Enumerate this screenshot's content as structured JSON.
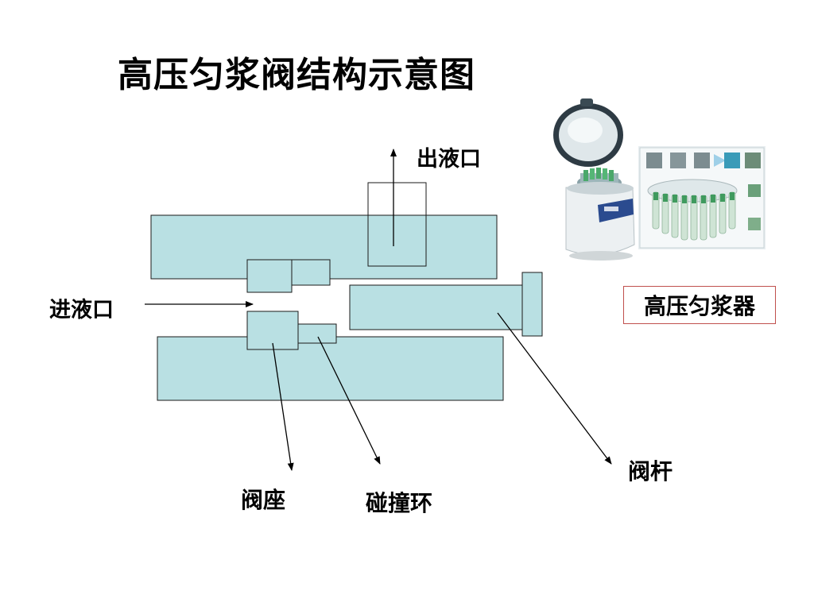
{
  "title": "高压匀浆阀结构示意图",
  "labels": {
    "outlet": "出液口",
    "inlet": "进液口",
    "valve_seat": "阀座",
    "impact_ring": "碰撞环",
    "valve_stem": "阀杆",
    "homogenizer": "高压匀浆器"
  },
  "colors": {
    "part_fill": "#b9e0e3",
    "part_stroke": "#1a1a1a",
    "arrow": "#000000",
    "homogenizer_border": "#c0504d"
  }
}
